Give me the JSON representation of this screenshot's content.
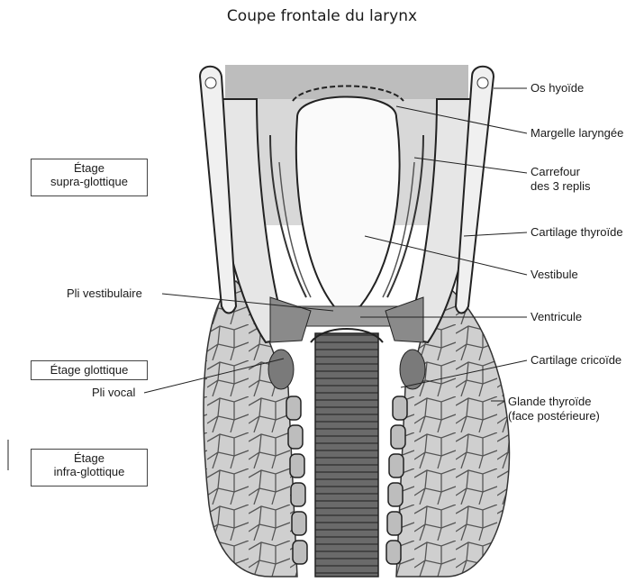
{
  "title": "Coupe frontale du larynx",
  "stages": {
    "supra": [
      "Étage",
      "supra-glottique"
    ],
    "glottique": "Étage glottique",
    "infra": [
      "Étage",
      "infra-glottique"
    ]
  },
  "labels_left": {
    "pli_vestibulaire": "Pli vestibulaire",
    "pli_vocal": "Pli vocal"
  },
  "labels_right": {
    "os_hyoide": "Os hyoïde",
    "margelle": "Margelle laryngée",
    "carrefour": [
      "Carrefour",
      "des 3 replis"
    ],
    "thyroide": "Cartilage thyroïde",
    "vestibule": "Vestibule",
    "ventricule": "Ventricule",
    "cricoide": "Cartilage cricoïde",
    "glande": [
      "Glande thyroïde",
      "(face postérieure)"
    ]
  }
}
